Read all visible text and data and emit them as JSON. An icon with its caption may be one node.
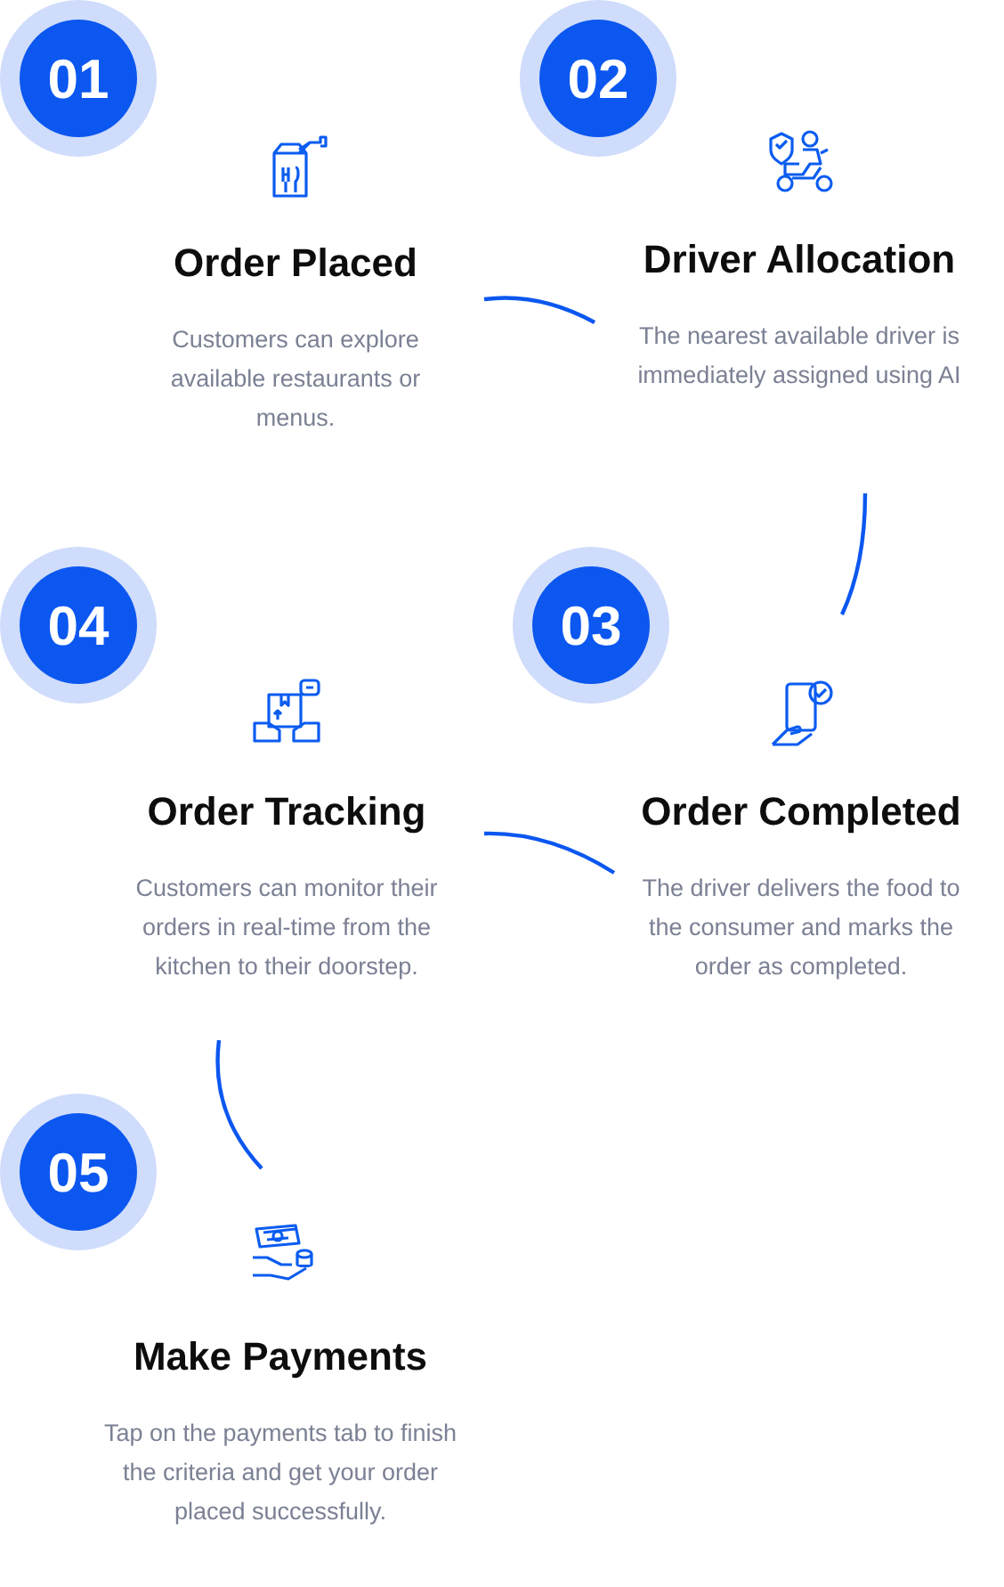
{
  "diagram": {
    "nodes": [
      {
        "text": [
          "01"
        ]
      },
      {
        "text": [
          "Order Placed",
          "Customers can explore available restaurants or menus."
        ]
      },
      {
        "text": [
          "02"
        ]
      },
      {
        "text": [
          "Driver Allocation",
          "The nearest available driver is immediately assigned using AI"
        ]
      },
      {
        "text": [
          "04"
        ]
      },
      {
        "text": [
          "Order Tracking",
          "Customers can monitor their orders in real-time from the kitchen to their doorstep."
        ]
      },
      {
        "text": [
          "03"
        ]
      },
      {
        "text": [
          "Order Completed",
          "The driver delivers the food to the consumer and marks the order as completed."
        ]
      },
      {
        "text": [
          "05"
        ]
      },
      {
        "text": [
          "Make Payments",
          "Tap on the payments tab to finish the criteria and get your order placed successfully."
        ]
      }
    ],
    "edges": [
      {
        "from": 1,
        "to": 3,
        "arrow": "none"
      },
      {
        "from": 3,
        "to": 7,
        "arrow": "none"
      },
      {
        "from": 7,
        "to": 5,
        "arrow": "none"
      },
      {
        "from": 5,
        "to": 9,
        "arrow": "none"
      }
    ]
  }
}
